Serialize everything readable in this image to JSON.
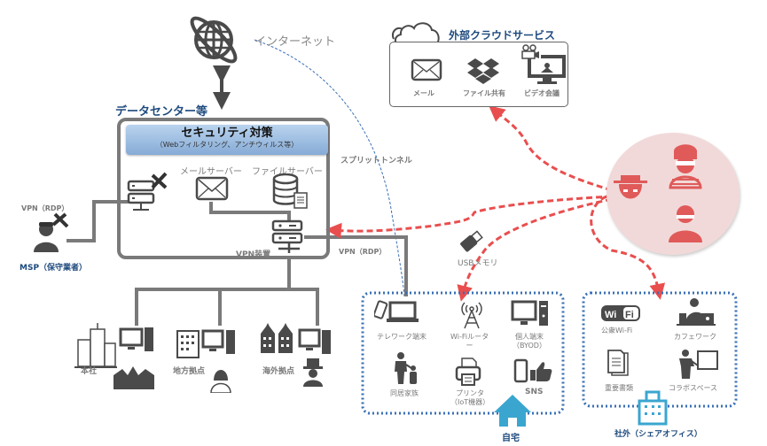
{
  "internet": {
    "label": "インターネット"
  },
  "datacenter": {
    "title": "データセンター等",
    "security": {
      "title": "セキュリティ対策",
      "subtitle": "（Webフィルタリング、アンチウィルス等）"
    },
    "mail_server": "メールサーバー",
    "file_server": "ファイルサーバー",
    "vpn_device": "VPN装置"
  },
  "cloud": {
    "title": "外部クラウドサービス",
    "items": [
      {
        "icon": "mail-icon",
        "label": "メール"
      },
      {
        "icon": "dropbox-icon",
        "label": "ファイル共有"
      },
      {
        "icon": "video-conference-icon",
        "label": "ビデオ会議"
      }
    ]
  },
  "msp": {
    "vpn_label": "VPN（RDP）",
    "label": "MSP（保守業者）"
  },
  "connections": {
    "split_tunnel": "スプリットトンネル",
    "vpn_rdp": "VPN（RDP）",
    "usb": "USBメモリ"
  },
  "offices": [
    {
      "label": "本社"
    },
    {
      "label": "地方拠点"
    },
    {
      "label": "海外拠点"
    }
  ],
  "home": {
    "title": "自宅",
    "items": [
      {
        "icon": "telework-device-icon",
        "label": "テレワーク端末"
      },
      {
        "icon": "wifi-router-icon",
        "label": "Wi-Fiルータ",
        "label2": "ー"
      },
      {
        "icon": "personal-pc-icon",
        "label": "個人端末",
        "label2": "（BYOD）"
      },
      {
        "icon": "family-icon",
        "label": "同居家族"
      },
      {
        "icon": "printer-icon",
        "label": "プリンタ",
        "label2": "（IoT機器）"
      },
      {
        "icon": "sns-icon",
        "label": "SNS"
      }
    ]
  },
  "outside": {
    "title": "社外（シェアオフィス）",
    "items": [
      {
        "icon": "public-wifi-icon",
        "label": "公衆Wi-Fi"
      },
      {
        "icon": "cafe-work-icon",
        "label": "カフェワーク"
      },
      {
        "icon": "document-icon",
        "label": "重要書類"
      },
      {
        "icon": "collab-space-icon",
        "label": "コラボスペース"
      }
    ]
  },
  "colors": {
    "threat": "#e94e4e",
    "threat_bg": "#f2d9d9",
    "title_blue": "#1e4a7e",
    "line_gray": "#7a7a7a",
    "dotted_blue": "#3a6fb5",
    "home_blue": "#3aa6d0"
  }
}
